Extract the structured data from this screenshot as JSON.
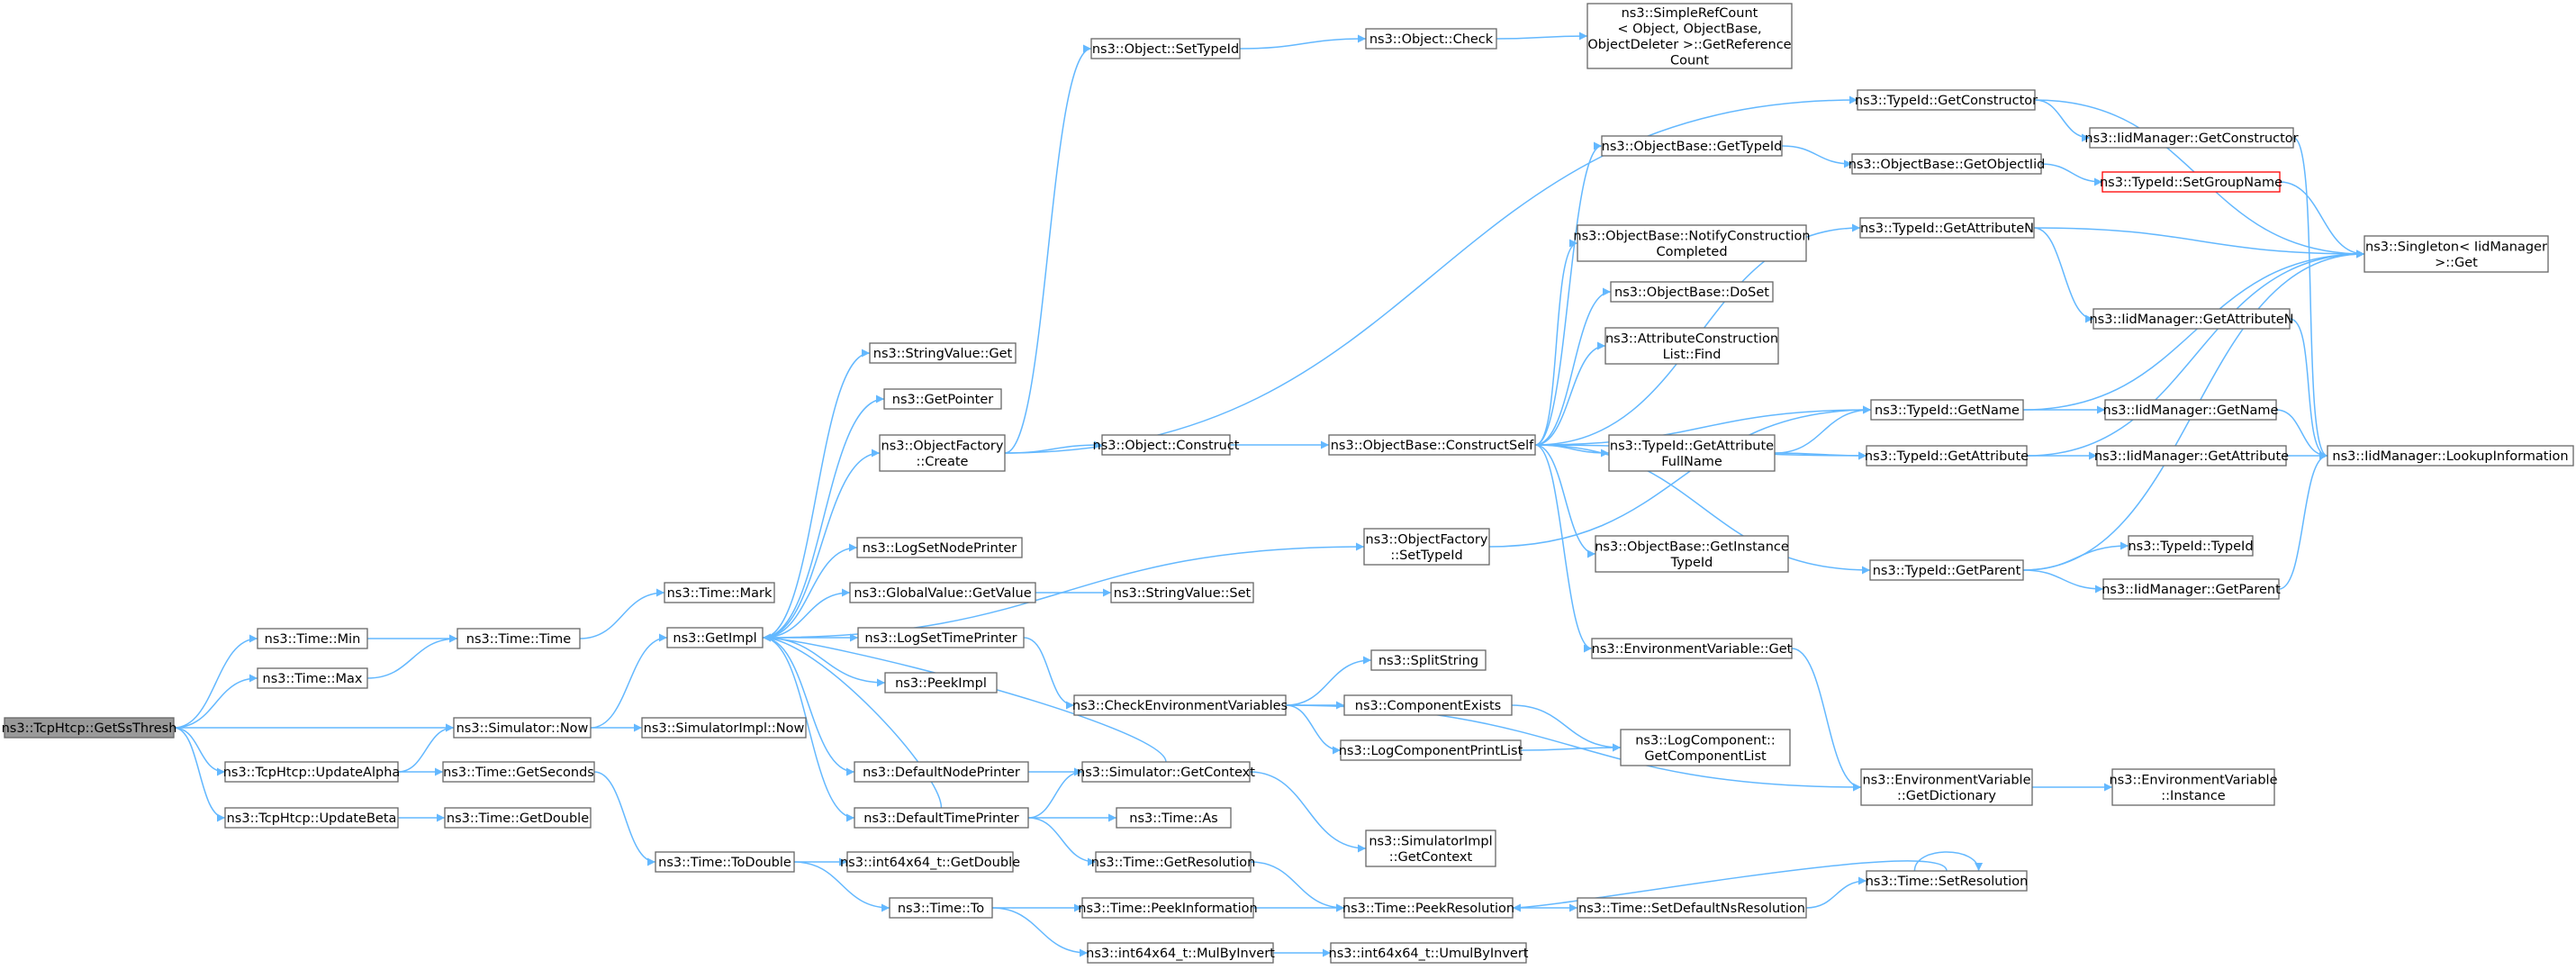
{
  "colors": {
    "edge": "#63b8ff",
    "root_fill": "#999999",
    "node_border": "#666666",
    "highlight_border": "#ff0000"
  },
  "nodes": {
    "getssthresh": [
      "ns3::TcpHtcp::GetSsThresh"
    ],
    "time_min": [
      "ns3::Time::Min"
    ],
    "time_max": [
      "ns3::Time::Max"
    ],
    "time_time": [
      "ns3::Time::Time"
    ],
    "time_mark": [
      "ns3::Time::Mark"
    ],
    "sim_now": [
      "ns3::Simulator::Now"
    ],
    "getimpl": [
      "ns3::GetImpl"
    ],
    "simimpl_now": [
      "ns3::SimulatorImpl::Now"
    ],
    "updatealpha": [
      "ns3::TcpHtcp::UpdateAlpha"
    ],
    "getseconds": [
      "ns3::Time::GetSeconds"
    ],
    "updatebeta": [
      "ns3::TcpHtcp::UpdateBeta"
    ],
    "time_getdouble": [
      "ns3::Time::GetDouble"
    ],
    "todouble": [
      "ns3::Time::ToDouble"
    ],
    "int64_getdouble": [
      "ns3::int64x64_t::GetDouble"
    ],
    "time_to": [
      "ns3::Time::To"
    ],
    "stringvalue_get": [
      "ns3::StringValue::Get"
    ],
    "getpointer": [
      "ns3::GetPointer"
    ],
    "objfactory_create": [
      "ns3::ObjectFactory",
      "::Create"
    ],
    "logsetnodeprinter": [
      "ns3::LogSetNodePrinter"
    ],
    "globalvalue_getvalue": [
      "ns3::GlobalValue::GetValue"
    ],
    "logsettimeprinter": [
      "ns3::LogSetTimePrinter"
    ],
    "peekimpl": [
      "ns3::PeekImpl"
    ],
    "defaultnodeprinter": [
      "ns3::DefaultNodePrinter"
    ],
    "defaulttimeprinter": [
      "ns3::DefaultTimePrinter"
    ],
    "object_settypeid": [
      "ns3::Object::SetTypeId"
    ],
    "object_construct": [
      "ns3::Object::Construct"
    ],
    "stringvalue_set": [
      "ns3::StringValue::Set"
    ],
    "checkenv": [
      "ns3::CheckEnvironmentVariables"
    ],
    "sim_getcontext": [
      "ns3::Simulator::GetContext"
    ],
    "time_as": [
      "ns3::Time::As"
    ],
    "time_getresolution": [
      "ns3::Time::GetResolution"
    ],
    "time_peekinfo": [
      "ns3::Time::PeekInformation"
    ],
    "mulbyinvert": [
      "ns3::int64x64_t::MulByInvert"
    ],
    "object_check": [
      "ns3::Object::Check"
    ],
    "simplerefcount": [
      "ns3::SimpleRefCount",
      "< Object, ObjectBase,",
      "ObjectDeleter >::GetReference",
      "Count"
    ],
    "objfactory_settypeid": [
      "ns3::ObjectFactory",
      "::SetTypeId"
    ],
    "splitstring": [
      "ns3::SplitString"
    ],
    "componentexists": [
      "ns3::ComponentExists"
    ],
    "logcomponentprintlist": [
      "ns3::LogComponentPrintList"
    ],
    "simimpl_getcontext": [
      "ns3::SimulatorImpl",
      "::GetContext"
    ],
    "peekresolution": [
      "ns3::Time::PeekResolution"
    ],
    "umulbyinvert": [
      "ns3::int64x64_t::UmulByInvert"
    ],
    "constructself": [
      "ns3::ObjectBase::ConstructSelf"
    ],
    "ob_gettypeid": [
      "ns3::ObjectBase::GetTypeId"
    ],
    "ob_notify": [
      "ns3::ObjectBase::NotifyConstruction",
      "Completed"
    ],
    "ob_doset": [
      "ns3::ObjectBase::DoSet"
    ],
    "attrconstruction_find": [
      "ns3::AttributeConstruction",
      "List::Find"
    ],
    "tid_getattrfullname": [
      "ns3::TypeId::GetAttribute",
      "FullName"
    ],
    "ob_getinstancetypeid": [
      "ns3::ObjectBase::GetInstance",
      "TypeId"
    ],
    "envvar_get": [
      "ns3::EnvironmentVariable::Get"
    ],
    "logcomponent_getlist": [
      "ns3::LogComponent::",
      "GetComponentList"
    ],
    "setdefaultns": [
      "ns3::Time::SetDefaultNsResolution"
    ],
    "tid_getconstructor": [
      "ns3::TypeId::GetConstructor"
    ],
    "ob_getobjectiid": [
      "ns3::ObjectBase::GetObjectIid"
    ],
    "tid_getattributen": [
      "ns3::TypeId::GetAttributeN"
    ],
    "tid_getname": [
      "ns3::TypeId::GetName"
    ],
    "tid_getattribute": [
      "ns3::TypeId::GetAttribute"
    ],
    "tid_getparent": [
      "ns3::TypeId::GetParent"
    ],
    "envvar_getdict": [
      "ns3::EnvironmentVariable",
      "::GetDictionary"
    ],
    "setresolution": [
      "ns3::Time::SetResolution"
    ],
    "iid_getconstructor": [
      "ns3::IidManager::GetConstructor"
    ],
    "tid_setgroupname": [
      "ns3::TypeId::SetGroupName"
    ],
    "iid_getattributen": [
      "ns3::IidManager::GetAttributeN"
    ],
    "iid_getname": [
      "ns3::IidManager::GetName"
    ],
    "iid_getattribute": [
      "ns3::IidManager::GetAttribute"
    ],
    "tid_typeid": [
      "ns3::TypeId::TypeId"
    ],
    "iid_getparent": [
      "ns3::IidManager::GetParent"
    ],
    "envvar_instance": [
      "ns3::EnvironmentVariable",
      "::Instance"
    ],
    "singleton_get": [
      "ns3::Singleton< IidManager",
      ">::Get"
    ],
    "iid_lookupinfo": [
      "ns3::IidManager::LookupInformation"
    ]
  }
}
